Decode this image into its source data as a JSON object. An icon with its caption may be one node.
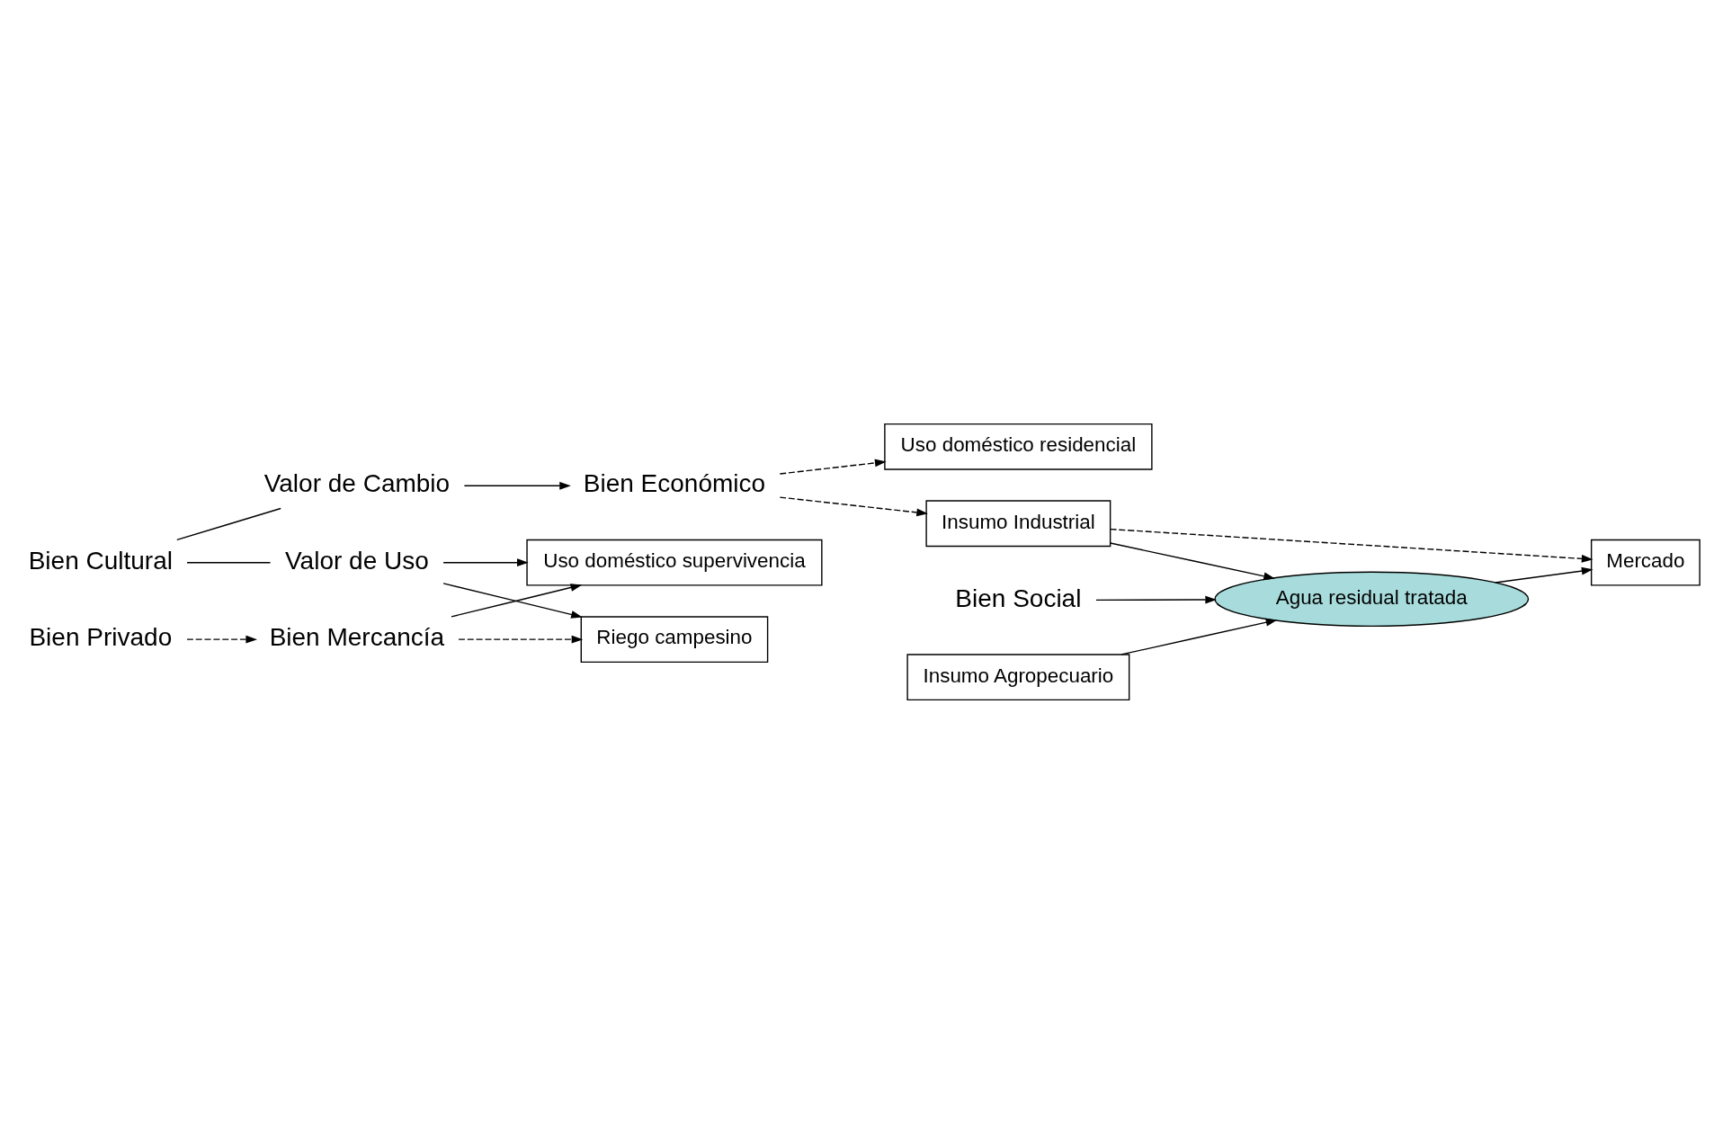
{
  "diagram": {
    "nodes": [
      {
        "text": [
          "Bien Cultural"
        ]
      },
      {
        "text": [
          "Valor de Uso"
        ]
      },
      {
        "text": [
          "Valor de Cambio"
        ]
      },
      {
        "text": [
          "Bien Social"
        ]
      },
      {
        "text": [
          "Uso doméstico supervivencia"
        ]
      },
      {
        "text": [
          "Riego campesino"
        ]
      },
      {
        "text": [
          "Bien Económico"
        ]
      },
      {
        "text": [
          "Uso doméstico residencial"
        ]
      },
      {
        "text": [
          "Bien Privado"
        ]
      },
      {
        "text": [
          "Insumo Agropecuario"
        ]
      },
      {
        "text": [
          "Insumo Industrial"
        ]
      },
      {
        "text": [
          "Bien Mercancía"
        ]
      },
      {
        "text": [
          "Agua residual tratada"
        ]
      },
      {
        "text": [
          "Mercado"
        ]
      }
    ],
    "edges": [
      {
        "from": 0,
        "to": 1,
        "arrow": "none"
      },
      {
        "from": 0,
        "to": 2,
        "arrow": "none"
      },
      {
        "from": 1,
        "to": 4,
        "arrow": "to"
      },
      {
        "from": 1,
        "to": 5,
        "arrow": "to"
      },
      {
        "from": 2,
        "to": 6,
        "arrow": "to"
      },
      {
        "from": 6,
        "to": 7,
        "arrow": "to",
        "style": "dashed"
      },
      {
        "from": 6,
        "to": 10,
        "arrow": "to",
        "style": "dashed"
      },
      {
        "from": 8,
        "to": 11,
        "arrow": "to",
        "style": "dashed"
      },
      {
        "from": 11,
        "to": 4,
        "arrow": "to"
      },
      {
        "from": 11,
        "to": 5,
        "arrow": "to",
        "style": "dashed"
      },
      {
        "from": 3,
        "to": 12,
        "arrow": "to"
      },
      {
        "from": 9,
        "to": 12,
        "arrow": "to"
      },
      {
        "from": 10,
        "to": 12,
        "arrow": "to"
      },
      {
        "from": 12,
        "to": 13,
        "arrow": "to"
      },
      {
        "from": 10,
        "to": 13,
        "arrow": "to",
        "style": "dashed"
      }
    ]
  }
}
